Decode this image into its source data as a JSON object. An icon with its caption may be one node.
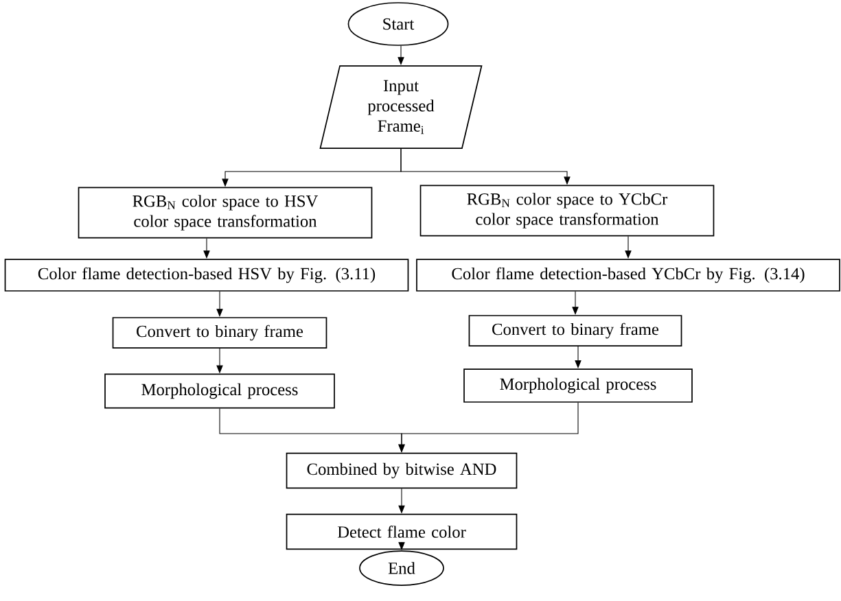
{
  "diagram": {
    "nodes": [
      {
        "text": [
          "Start"
        ]
      },
      {
        "text": [
          "Input processed Frame$_{i}$"
        ]
      },
      {
        "text": [
          "RGB$_{N}$ color space to HSV color space transformation"
        ]
      },
      {
        "text": [
          "RGB$_{N}$ color space to YCbCr color space transformation"
        ]
      },
      {
        "text": [
          "Color flame detection-based HSV by Fig. (3.11)"
        ]
      },
      {
        "text": [
          "Color flame detection-based YCbCr by Fig. (3.14)"
        ]
      },
      {
        "text": [
          "Convert to binary frame"
        ]
      },
      {
        "text": [
          "Convert to binary frame"
        ]
      },
      {
        "text": [
          "Morphological process"
        ]
      },
      {
        "text": [
          "Morphological process"
        ]
      },
      {
        "text": [
          "Combined by bitwise AND"
        ]
      },
      {
        "text": [
          "Detect flame color"
        ]
      },
      {
        "text": [
          "End"
        ]
      }
    ],
    "edges": [
      {
        "from": 0,
        "to": 1,
        "arrow": "to"
      },
      {
        "from": 1,
        "to": 2,
        "arrow": "to"
      },
      {
        "from": 1,
        "to": 3,
        "arrow": "to"
      },
      {
        "from": 2,
        "to": 4,
        "arrow": "to"
      },
      {
        "from": 3,
        "to": 5,
        "arrow": "to"
      },
      {
        "from": 4,
        "to": 6,
        "arrow": "to"
      },
      {
        "from": 5,
        "to": 7,
        "arrow": "to"
      },
      {
        "from": 6,
        "to": 8,
        "arrow": "to"
      },
      {
        "from": 7,
        "to": 9,
        "arrow": "to"
      },
      {
        "from": 8,
        "to": 10,
        "arrow": "to"
      },
      {
        "from": 9,
        "to": 10,
        "arrow": "to"
      },
      {
        "from": 10,
        "to": 11,
        "arrow": "to"
      },
      {
        "from": 11,
        "to": 12,
        "arrow": "to"
      }
    ]
  }
}
